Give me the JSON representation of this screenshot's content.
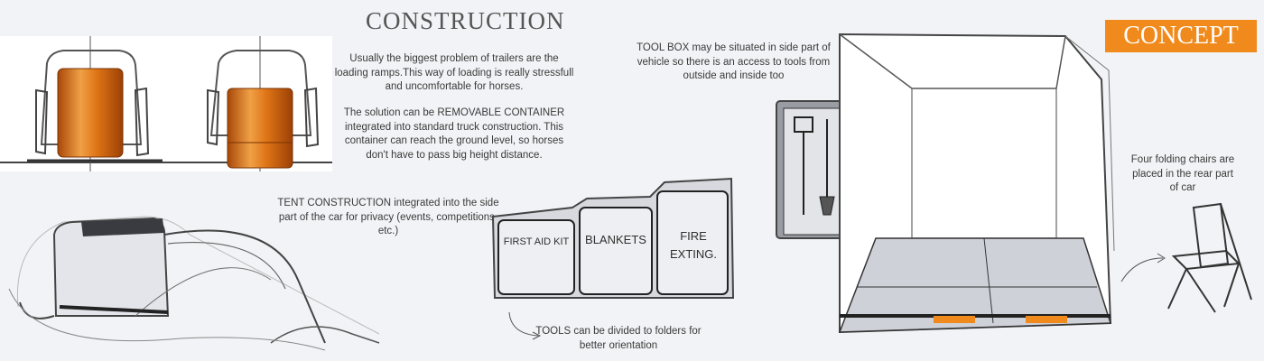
{
  "header": {
    "construction_title": "CONSTRUCTION",
    "concept_badge": "CONCEPT"
  },
  "texts": {
    "loading_problem": "Usually the biggest problem  of trailers are the loading ramps.This way of loading is really stressfull and uncomfortable for horses.",
    "container_solution": "The solution can be REMOVABLE CONTAINER integrated into standard truck construction. This container can reach the ground level, so horses don't have to pass big height distance.",
    "tent": "TENT CONSTRUCTION integrated into the side part of the car for privacy (events, competitions, etc.)",
    "tool_box": "TOOL BOX may be situated in side part of vehicle so there is an access to tools from outside and inside too",
    "tools_folders": "TOOLS can be divided to folders for better orientation",
    "chairs": "Four folding chairs are placed in the rear part of car"
  },
  "cabinet": {
    "first_aid": "FIRST AID KIT",
    "blankets": "BLANKETS",
    "fire": "FIRE EXTING."
  },
  "colors": {
    "accent_orange": "#f08a1c",
    "container_orange": "#d96a10",
    "background": "#f2f3f6"
  }
}
